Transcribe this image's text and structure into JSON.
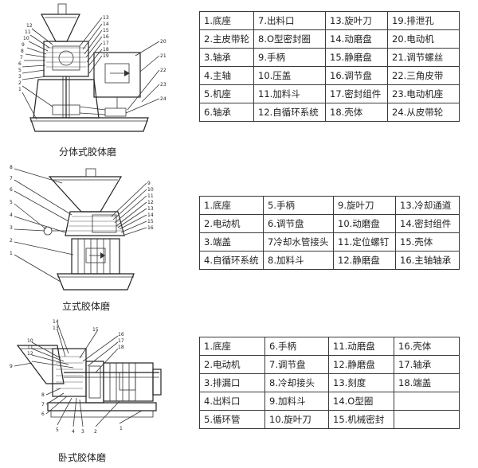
{
  "sections": [
    {
      "caption": "分体式胶体磨",
      "callouts": [
        "12",
        "11",
        "10",
        "9",
        "8",
        "7",
        "6",
        "5",
        "3",
        "2",
        "1",
        "13",
        "14",
        "15",
        "16",
        "17",
        "18",
        "19",
        "20",
        "21",
        "22",
        "23",
        "24"
      ],
      "rows": [
        [
          "1.底座",
          "7.出料口",
          "13.旋叶刀",
          "19.排泄孔"
        ],
        [
          "2.主皮带轮",
          "8.O型密封圈",
          "14.动磨盘",
          "20.电动机"
        ],
        [
          "3.轴承",
          "9.手柄",
          "15.静磨盘",
          "21.调节螺丝"
        ],
        [
          "4.主轴",
          "10.压盖",
          "16.调节盘",
          "22.三角皮带"
        ],
        [
          "5.机座",
          "11.加料斗",
          "17.密封组件",
          "23.电动机座"
        ],
        [
          "6.轴承",
          "12.自循环系统",
          "18.壳体",
          "24.从皮带轮"
        ]
      ]
    },
    {
      "caption": "立式胶体磨",
      "callouts": [
        "8",
        "7",
        "6",
        "5",
        "4",
        "3",
        "2",
        "1",
        "9",
        "10",
        "11",
        "12",
        "13",
        "14",
        "15",
        "16"
      ],
      "rows": [
        [
          "1.底座",
          "5.手柄",
          "9.旋叶刀",
          "13.冷却通道"
        ],
        [
          "2.电动机",
          "6.调节盘",
          "10.动磨盘",
          "14.密封组件"
        ],
        [
          "3.端盖",
          "7冷却水管接头",
          "11.定位螺钉",
          "15.壳体"
        ],
        [
          "4.自循环系统",
          "8.加料斗",
          "12.静磨盘",
          "16.主轴轴承"
        ]
      ]
    },
    {
      "caption": "卧式胶体磨",
      "callouts": [
        "14",
        "13",
        "9",
        "10",
        "11",
        "12",
        "15",
        "16",
        "17",
        "18",
        "8",
        "7",
        "6",
        "5",
        "4",
        "3",
        "2",
        "1"
      ],
      "rows": [
        [
          "1.底座",
          "6.手柄",
          "11.动磨盘",
          "16.壳体"
        ],
        [
          "2.电动机",
          "7.调节盘",
          "12.静磨盘",
          "17.轴承"
        ],
        [
          "3.排漏口",
          "8.冷却接头",
          "13.刻度",
          "18.端盖"
        ],
        [
          "4.出料口",
          "9.加料斗",
          "14.O型圈",
          ""
        ],
        [
          "5.循环管",
          "10.旋叶刀",
          "15.机械密封",
          ""
        ]
      ]
    }
  ]
}
